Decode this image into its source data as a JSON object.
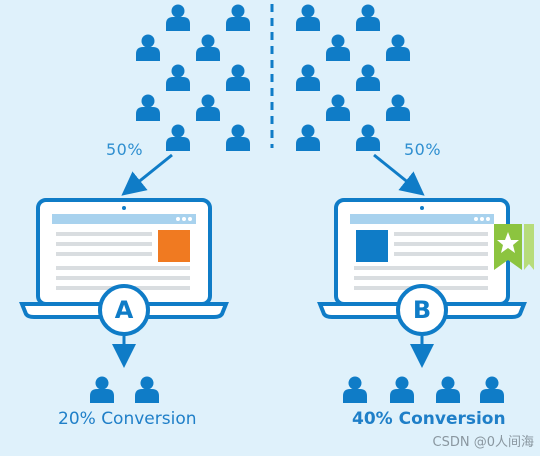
{
  "colors": {
    "background": "#dff1fb",
    "primary_blue": "#0f7cc7",
    "text_blue": "#2f8fd0",
    "screen_bar": "#a8d2ee",
    "line_gray": "#d9dde0",
    "orange_block": "#f07a21",
    "ribbon_green": "#8cc43f"
  },
  "split": {
    "left_label": "50%",
    "right_label": "50%"
  },
  "variants": [
    {
      "badge": "A",
      "conversion": "20% Conversion",
      "block_color": "orange",
      "converted_users": 2
    },
    {
      "badge": "B",
      "conversion": "40% Conversion",
      "block_color": "blue",
      "converted_users": 4,
      "ribbon_icon": "star-icon"
    }
  ],
  "watermark": "CSDN @0人间海"
}
